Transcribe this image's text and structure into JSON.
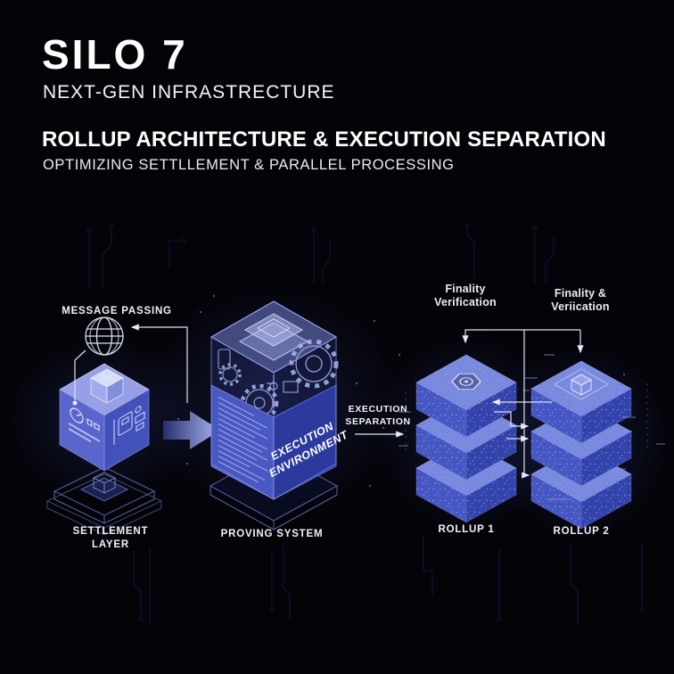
{
  "header": {
    "brand": "SILO 7",
    "tagline": "NEXT-GEN INFRASTRECTURE",
    "title": "ROLLUP ARCHITECTURE & EXECUTION SEPARATION",
    "subtitle": "OPTIMIZING SETTLLEMENT & PARALLEL PROCESSING"
  },
  "diagram": {
    "message_passing_label": "MESSAGE PASSING",
    "settlement": {
      "label_line1": "SETTLEMENT",
      "label_line2": "LAYER"
    },
    "proving": {
      "label": "PROVING SYSTEM",
      "environment_line1": "EXECUTION",
      "environment_line2": "ENVIRONMENT"
    },
    "execution_separation": {
      "line1": "EXECUTION",
      "line2": "SEPARATION"
    },
    "rollup1": {
      "caption_line1": "Finality",
      "caption_line2": "Verification",
      "label": "ROLLUP 1"
    },
    "rollup2": {
      "caption_line1": "Finality &",
      "caption_line2": "Veriication",
      "label": "ROLLUP 2"
    }
  },
  "icons": {
    "globe": "globe-icon",
    "chip": "chip-icon",
    "gear": "gear-icon",
    "hexagon_emblem": "hexagon-emblem-icon",
    "cube_emblem": "cube-emblem-icon",
    "flow_arrow": "flow-arrow-icon"
  },
  "colors": {
    "background": "#030308",
    "text_primary": "#ffffff",
    "rollup_cube_top": "#7989de",
    "rollup_cube_left": "#4656c2",
    "rollup_cube_right": "#3443ac",
    "settlement_top": "#97a0e6",
    "settlement_left": "#5a66cc",
    "settlement_right": "#4352ba",
    "proving_left_face": "#4a58c2",
    "proving_navy_face": "#2c3a9e",
    "connector": "#dde1f2",
    "wireframe": "#6e79d2",
    "speckle": "#c2cdff",
    "circuit_trace": "#12173c"
  }
}
